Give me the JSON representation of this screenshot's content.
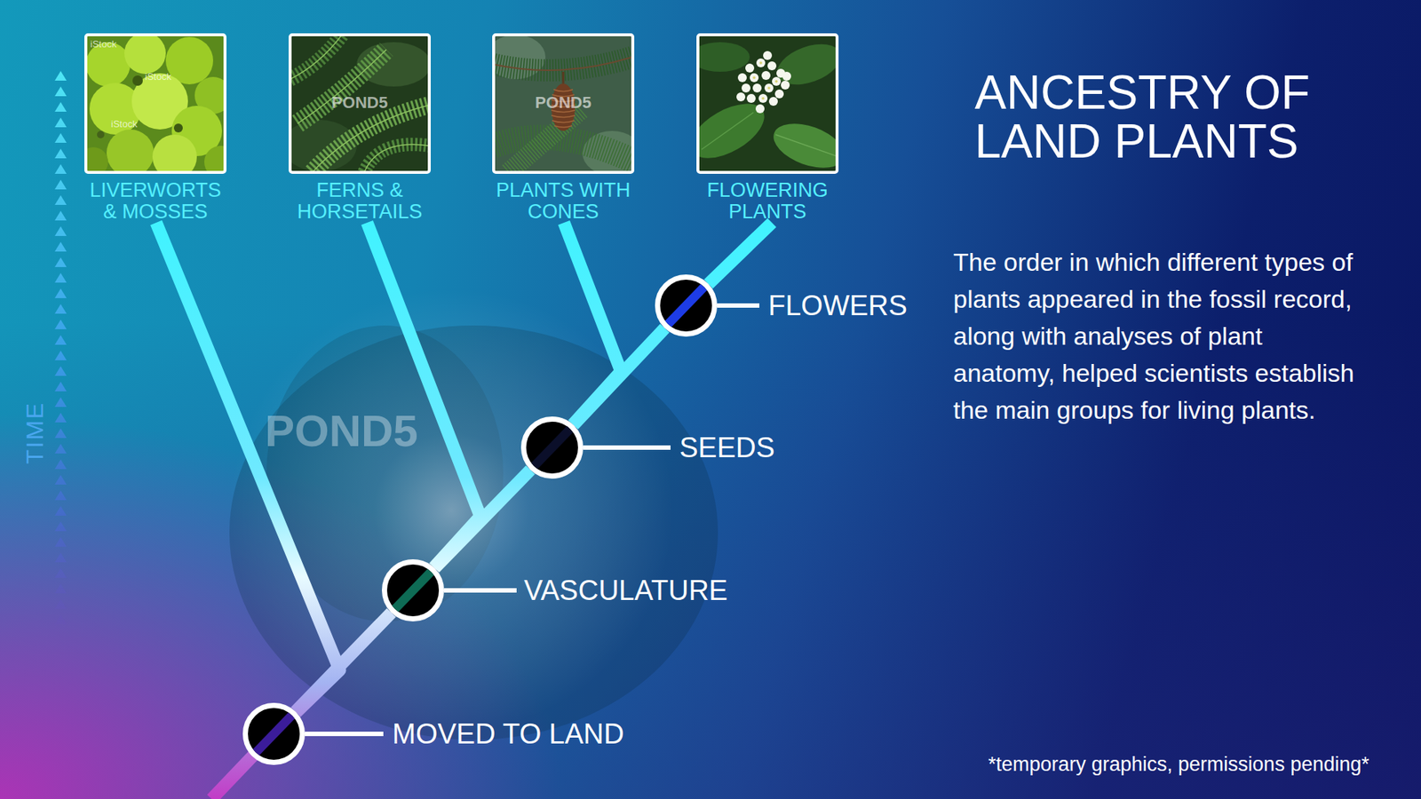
{
  "diagram": {
    "title": "ANCESTRY OF LAND PLANTS",
    "caption": "The order in which different types of plants appeared in the fossil record, along with analyses of plant anatomy, helped scientists establish the main groups for living plants.",
    "nodes": [
      {
        "text": [
          "LIVERWORTS & MOSSES"
        ]
      },
      {
        "text": [
          "FERNS & HORSETAILS"
        ]
      },
      {
        "text": [
          "PLANTS WITH CONES"
        ]
      },
      {
        "text": [
          "FLOWERING PLANTS"
        ]
      },
      {
        "text": [
          "FLOWERS"
        ]
      },
      {
        "text": [
          "SEEDS"
        ]
      },
      {
        "text": [
          "VASCULATURE"
        ]
      },
      {
        "text": [
          "MOVED TO LAND"
        ]
      }
    ],
    "edges": [
      {
        "from": 7,
        "to": 0,
        "arrow": "none"
      },
      {
        "from": 7,
        "to": 6,
        "arrow": "none"
      },
      {
        "from": 6,
        "to": 1,
        "arrow": "none"
      },
      {
        "from": 6,
        "to": 5,
        "arrow": "none"
      },
      {
        "from": 5,
        "to": 2,
        "arrow": "none"
      },
      {
        "from": 5,
        "to": 4,
        "arrow": "none"
      },
      {
        "from": 4,
        "to": 3,
        "arrow": "none"
      }
    ],
    "labels": [
      "TIME",
      "*temporary graphics, permissions pending*",
      "POND5",
      "iStock",
      "iStock",
      "iStock",
      "POND5",
      "POND5"
    ]
  }
}
